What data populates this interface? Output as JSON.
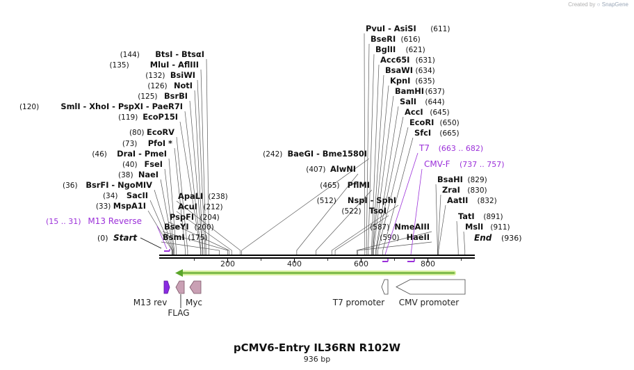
{
  "credit": {
    "prefix": "Created by",
    "brand": "SnapGene"
  },
  "title": "pCMV6-Entry IL36RN R102W",
  "subtitle": "936 bp",
  "axis": {
    "ticks": [
      "200",
      "400",
      "600",
      "800"
    ]
  },
  "ends": {
    "start_pos": "(0)",
    "start_label": "Start",
    "end_label": "End",
    "end_pos": "(936)"
  },
  "enzyme_rows": [
    {
      "pos": "(144)",
      "names": "BtsI - BtsαI"
    },
    {
      "pos": "(135)",
      "names": "MluI - AflIII"
    },
    {
      "pos": "(132)",
      "names": "BsiWI"
    },
    {
      "pos": "(126)",
      "names": "NotI"
    },
    {
      "pos": "(125)",
      "names": "BsrBI"
    },
    {
      "pos": "(120)",
      "names": "SmlI - XhoI - PspXI - PaeR7I"
    },
    {
      "pos": "(119)",
      "names": "EcoP15I"
    },
    {
      "pos": "(80)",
      "names": "EcoRV"
    },
    {
      "pos": "(73)",
      "names": "PfoI *"
    },
    {
      "pos": "(46)",
      "names": "DraI - PmeI"
    },
    {
      "pos": "(40)",
      "names": "FseI"
    },
    {
      "pos": "(38)",
      "names": "NaeI"
    },
    {
      "pos": "(36)",
      "names": "BsrFI - NgoMIV"
    },
    {
      "pos": "(34)",
      "names": "SacII"
    },
    {
      "pos": "(33)",
      "names": "MspA1I"
    },
    {
      "pos": "(238)",
      "names": "ApaLI"
    },
    {
      "pos": "(212)",
      "names": "AcuI"
    },
    {
      "pos": "(204)",
      "names": "PspFI"
    },
    {
      "pos": "(200)",
      "names": "BseYI"
    },
    {
      "pos": "(175)",
      "names": "BsmI"
    },
    {
      "pos": "(242)",
      "names": "BaeGI - Bme1580I"
    },
    {
      "pos": "(407)",
      "names": "AlwNI"
    },
    {
      "pos": "(465)",
      "names": "PflMI"
    },
    {
      "pos": "(512)",
      "names": "NspI - SphI"
    },
    {
      "pos": "(522)",
      "names": "TsoI"
    },
    {
      "pos": "(587)",
      "names": "NmeAIII"
    },
    {
      "pos": "(590)",
      "names": "HaeII"
    },
    {
      "pos": "(611)",
      "names": "PvuI - AsiSI"
    },
    {
      "pos": "(616)",
      "names": "BseRI"
    },
    {
      "pos": "(621)",
      "names": "BglII"
    },
    {
      "pos": "(631)",
      "names": "Acc65I"
    },
    {
      "pos": "(634)",
      "names": "BsaWI"
    },
    {
      "pos": "(635)",
      "names": "KpnI"
    },
    {
      "pos": "(637)",
      "names": "BamHI"
    },
    {
      "pos": "(644)",
      "names": "SalI"
    },
    {
      "pos": "(645)",
      "names": "AccI"
    },
    {
      "pos": "(650)",
      "names": "EcoRI"
    },
    {
      "pos": "(665)",
      "names": "SfcI"
    },
    {
      "pos": "(829)",
      "names": "BsaHI"
    },
    {
      "pos": "(830)",
      "names": "ZraI"
    },
    {
      "pos": "(832)",
      "names": "AatII"
    },
    {
      "pos": "(891)",
      "names": "TatI"
    },
    {
      "pos": "(911)",
      "names": "MslI"
    }
  ],
  "primers": [
    {
      "label": "M13 Reverse",
      "range": "(15 .. 31)"
    },
    {
      "label": "T7",
      "range": "(663 .. 682)"
    },
    {
      "label": "CMV-F",
      "range": "(737 .. 757)"
    }
  ],
  "features": [
    {
      "label": "M13 rev",
      "color": "#8a2be2"
    },
    {
      "label": "FLAG",
      "color": "#c9a0b4"
    },
    {
      "label": "Myc",
      "color": "#c9a0b4"
    },
    {
      "label": "T7 promoter",
      "color": "#ffffff"
    },
    {
      "label": "CMV promoter",
      "color": "#ffffff"
    }
  ],
  "colors": {
    "primer": "#9b30d9",
    "orf": "#7cc242",
    "backbone": "#000000"
  }
}
